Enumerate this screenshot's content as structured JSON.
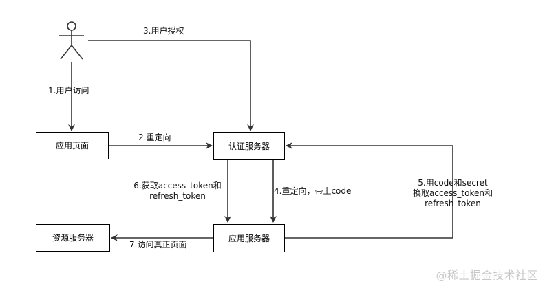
{
  "nodes": {
    "user": "",
    "app_page": "应用页面",
    "auth_server": "认证服务器",
    "app_server": "应用服务器",
    "resource_server": "资源服务器"
  },
  "edges": {
    "e1": "1.用户访问",
    "e2": "2.重定向",
    "e3": "3.用户授权",
    "e4": "4.重定向，带上code",
    "e5_line1": "5.用code和secret",
    "e5_line2": "换取access_token和",
    "e5_line3": "refresh_token",
    "e6_line1": "6.获取access_token和",
    "e6_line2": "refresh_token",
    "e7": "7.访问真正页面"
  },
  "watermark": "@稀土掘金技术社区",
  "colors": {
    "line": "#333333",
    "box_border": "#000000",
    "watermark": "#c8c8c8"
  }
}
